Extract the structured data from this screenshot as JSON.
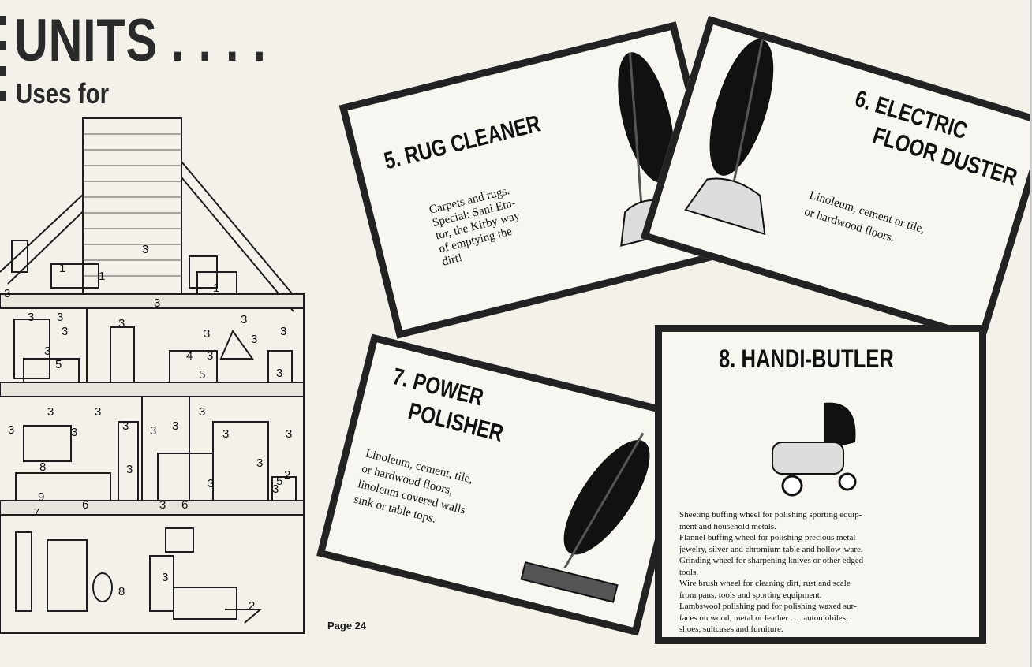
{
  "header": {
    "title": "UNITS . . . .",
    "subtitle": "Uses for"
  },
  "cards": {
    "rug_cleaner": {
      "title": "5. RUG CLEANER",
      "desc_lines": [
        "Carpets and rugs.",
        "Special: Sani Em-",
        "tor, the Kirby way",
        "of emptying the",
        "dirt!"
      ]
    },
    "floor_duster": {
      "title_line1": "6. ELECTRIC",
      "title_line2": "FLOOR DUSTER",
      "desc_lines": [
        "Linoleum, cement or tile,",
        "or hardwood floors."
      ]
    },
    "power_polisher": {
      "title_line1": "7. POWER",
      "title_line2": "POLISHER",
      "desc_lines": [
        "Linoleum, cement, tile,",
        "or hardwood floors,",
        "linoleum covered walls",
        "sink or table tops."
      ]
    },
    "handi_butler": {
      "title": "8. HANDI-BUTLER",
      "desc_lines": [
        "Sheeting buffing wheel for polishing sporting equip-",
        "ment and household metals.",
        "Flannel buffing wheel for polishing precious metal",
        "jewelry, silver and chromium table and hollow-ware.",
        "Grinding wheel for sharpening knives or other edged",
        "tools.",
        "Wire brush wheel for cleaning dirt, rust and scale",
        "from pans, tools and sporting equipment.",
        "Lambswool polishing pad for polishing waxed sur-",
        "faces on wood, metal or leather . . . automobiles,",
        "shoes, suitcases and furniture."
      ]
    }
  },
  "house_labels": [
    "1",
    "1",
    "1",
    "3",
    "3",
    "3",
    "3",
    "3",
    "3",
    "3",
    "3",
    "3",
    "3",
    "3",
    "3",
    "3",
    "4",
    "5",
    "5",
    "3",
    "3",
    "3",
    "3",
    "3",
    "3",
    "3",
    "3",
    "3",
    "3",
    "3",
    "8",
    "3",
    "9",
    "6",
    "3",
    "6",
    "3",
    "3",
    "5",
    "2",
    "3",
    "7",
    "8",
    "3",
    "2"
  ],
  "page_number": "Page 24"
}
